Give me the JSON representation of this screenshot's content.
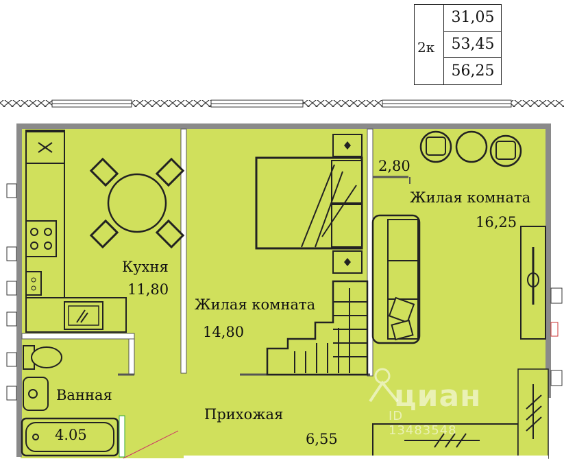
{
  "summary": {
    "type_label": "2к",
    "areas": [
      "31,05",
      "53,45",
      "56,25"
    ]
  },
  "rooms": {
    "kitchen": {
      "name": "Кухня",
      "area": "11,80"
    },
    "living1": {
      "name": "Жилая комната",
      "area": "14,80"
    },
    "living2": {
      "name": "Жилая комната",
      "area": "16,25"
    },
    "bathroom": {
      "name": "Ванная",
      "area": "4.05"
    },
    "hall": {
      "name": "Прихожая",
      "area": "6,55"
    },
    "closet": {
      "area": "2,80"
    }
  },
  "watermark": {
    "brand": "циан",
    "id": "ID 13483548"
  },
  "colors": {
    "floor": "#d0e05c",
    "wall": "#7a7a7a",
    "line": "#1a1a1a"
  }
}
